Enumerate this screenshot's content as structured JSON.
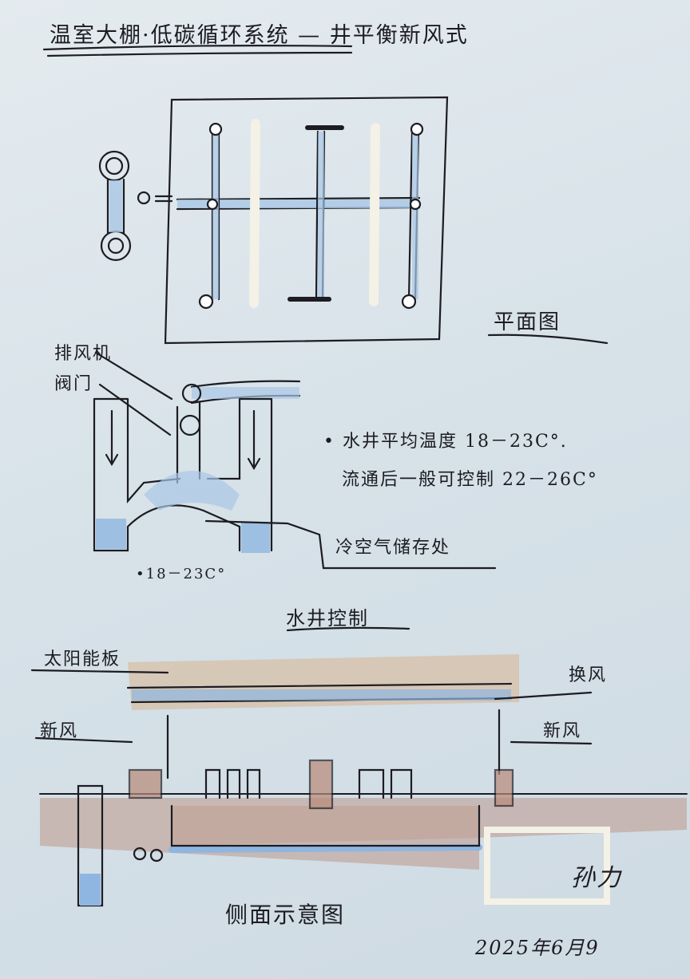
{
  "title": "温室大棚·低碳循环系统 — 井平衡新风式",
  "plan": {
    "label": "平面图"
  },
  "section_top": {
    "exhaust_fan": "排风机",
    "valve": "阀门",
    "note_line1": "• 水井平均温度 18－23C°.",
    "note_line2": "流通后一般可控制 22－26C°",
    "cold_storage": "冷空气储存处",
    "well_temp": "•18－23C°",
    "caption": "水井控制"
  },
  "side_view": {
    "solar_panel": "太阳能板",
    "air_exchange": "换风",
    "fresh_air_left": "新风",
    "fresh_air_right": "新风",
    "caption": "侧面示意图"
  },
  "signature": {
    "name": "孙力",
    "date": "2025年6月9"
  },
  "colors": {
    "ink": "#1c1c22",
    "water": "#8fb6e0",
    "soil": "#b98a78",
    "solar": "#d9ab7c"
  }
}
